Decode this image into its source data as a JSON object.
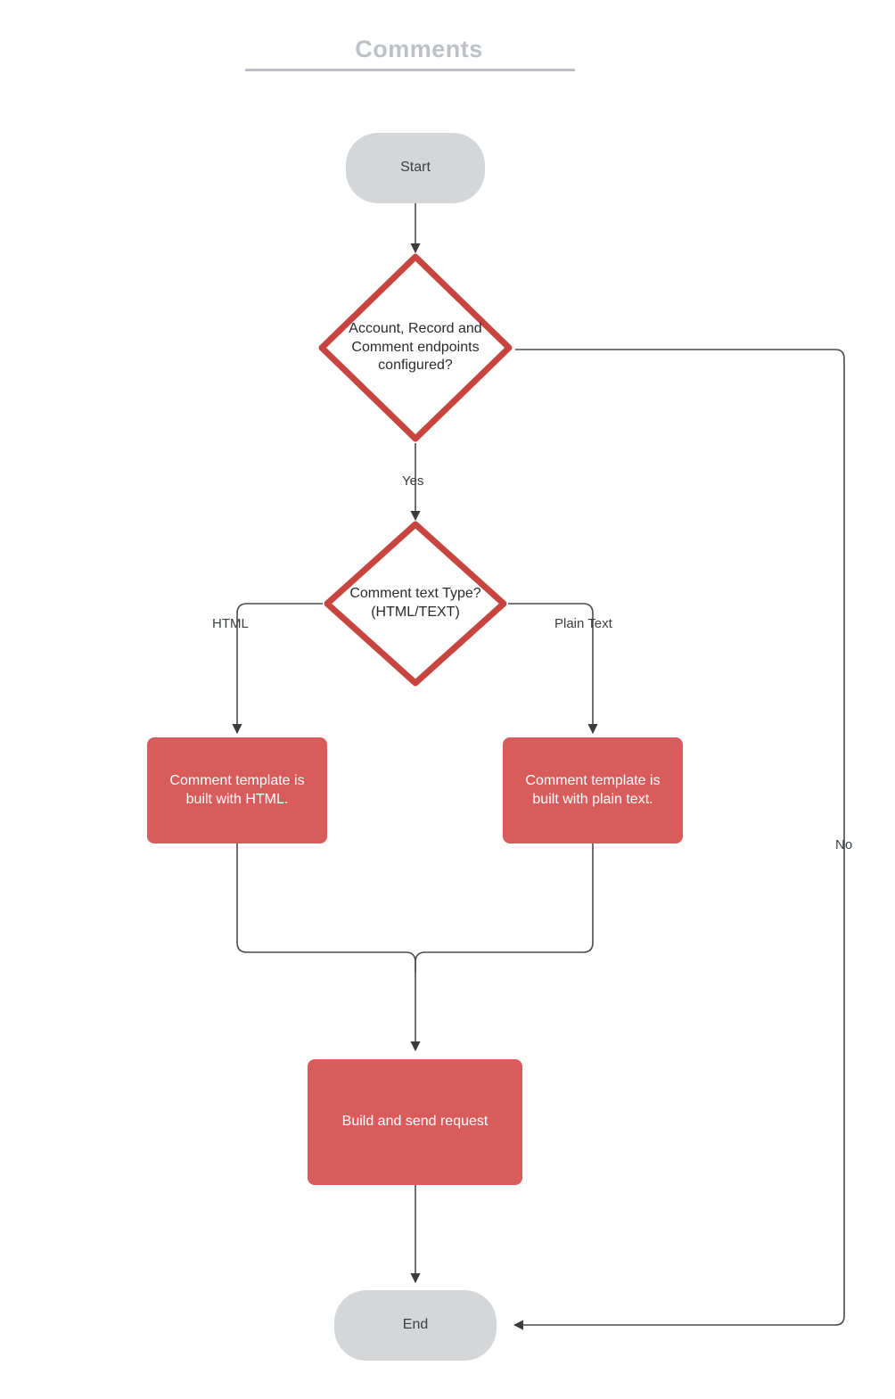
{
  "diagram": {
    "title": "Comments",
    "type": "flowchart",
    "colors": {
      "terminator_fill": "#d5d6d7",
      "process_fill": "#d85c5c",
      "decision_stroke": "#c8453f",
      "decision_fill": "#ffffff",
      "edge_stroke": "#4a4a4a",
      "title_color": "#bdc1c6",
      "node_text_dark": "#3c4043",
      "node_text_light": "#ffffff"
    },
    "nodes": [
      {
        "id": "start",
        "shape": "terminator",
        "label": "Start"
      },
      {
        "id": "decision1",
        "shape": "decision",
        "label": "Account, Record and\nComment endpoints\nconfigured?"
      },
      {
        "id": "decision2",
        "shape": "decision",
        "label": "Comment text Type?\n(HTML/TEXT)"
      },
      {
        "id": "html_box",
        "shape": "process",
        "label": "Comment  template is built with HTML."
      },
      {
        "id": "plain_box",
        "shape": "process",
        "label": "Comment  template is built with plain text."
      },
      {
        "id": "build_box",
        "shape": "process",
        "label": "Build and send request"
      },
      {
        "id": "end",
        "shape": "terminator",
        "label": "End"
      }
    ],
    "edges": [
      {
        "from": "start",
        "to": "decision1",
        "label": ""
      },
      {
        "from": "decision1",
        "to": "decision2",
        "label": "Yes"
      },
      {
        "from": "decision1",
        "to": "end",
        "label": "No"
      },
      {
        "from": "decision2",
        "to": "html_box",
        "label": "HTML"
      },
      {
        "from": "decision2",
        "to": "plain_box",
        "label": "Plain Text"
      },
      {
        "from": "html_box",
        "to": "build_box",
        "label": ""
      },
      {
        "from": "plain_box",
        "to": "build_box",
        "label": ""
      },
      {
        "from": "build_box",
        "to": "end",
        "label": ""
      }
    ],
    "edge_labels": {
      "yes": "Yes",
      "no": "No",
      "html": "HTML",
      "plain_text": "Plain Text"
    }
  }
}
